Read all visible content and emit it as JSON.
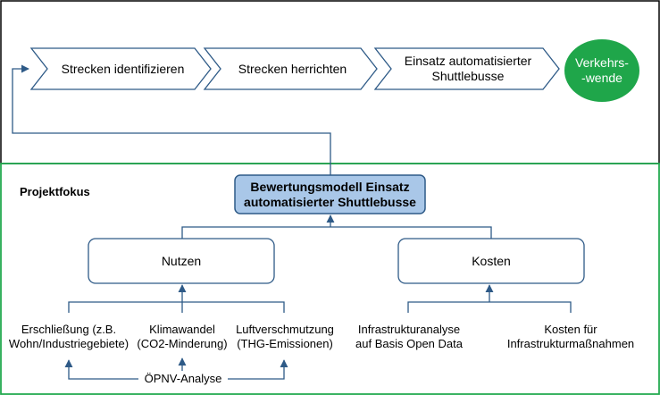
{
  "process": {
    "steps": [
      {
        "label": "Strecken identifizieren"
      },
      {
        "label": "Strecken herrichten"
      },
      {
        "label": "Einsatz automatisierter\nShuttlebusse"
      }
    ],
    "goal": {
      "label": "Verkehrs-\n-wende"
    }
  },
  "focus": {
    "title": "Projektfokus",
    "model": {
      "label": "Bewertungsmodell Einsatz\nautomatisierter Shuttlebusse"
    },
    "branches": {
      "benefit": {
        "label": "Nutzen",
        "factors": [
          {
            "label": "Erschließung (z.B.\nWohn/Industriegebiete)"
          },
          {
            "label": "Klimawandel\n(CO2-Minderung)"
          },
          {
            "label": "Luftverschmutzung\n(THG-Emissionen)"
          }
        ],
        "analysis": {
          "label": "ÖPNV-Analyse"
        }
      },
      "cost": {
        "label": "Kosten",
        "factors": [
          {
            "label": "Infrastrukturanalyse\nauf Basis Open Data"
          },
          {
            "label": "Kosten für\nInfrastrukturmaßnahmen"
          }
        ]
      }
    }
  },
  "colors": {
    "process_frame": "#000000",
    "focus_frame": "#22a94f",
    "accent_line": "#2e5a87",
    "goal_fill": "#1fa64a",
    "model_fill": "#a9c7e8"
  }
}
